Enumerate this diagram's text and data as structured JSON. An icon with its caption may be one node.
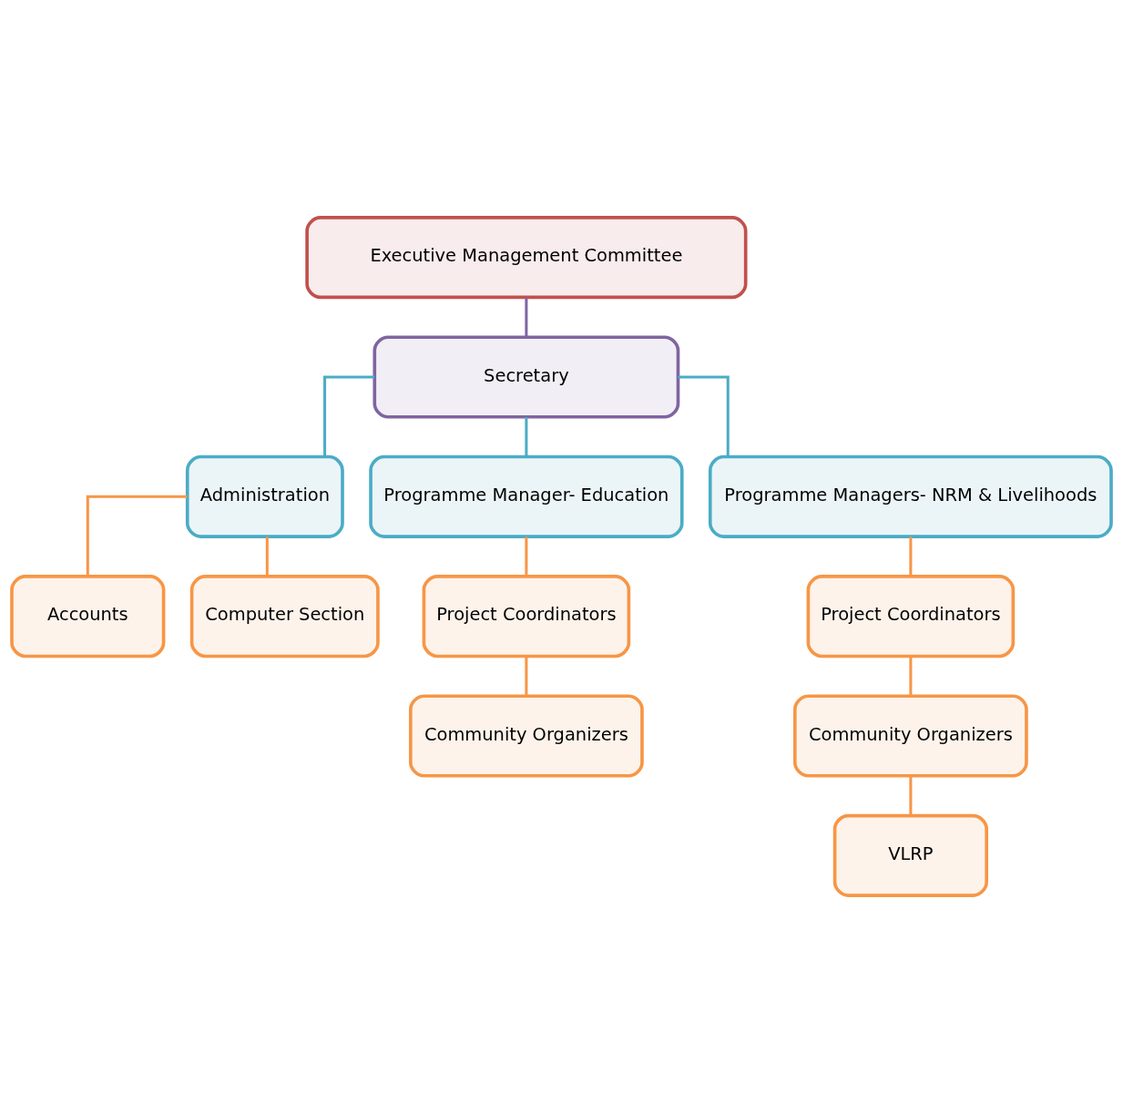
{
  "diagram": {
    "nodes": [
      {
        "text": [
          "Executive Management Committee"
        ]
      },
      {
        "text": [
          "Secretary"
        ]
      },
      {
        "text": [
          "Administration"
        ]
      },
      {
        "text": [
          "Programme Manager- Education"
        ]
      },
      {
        "text": [
          "Programme Managers- NRM & Livelihoods"
        ]
      },
      {
        "text": [
          "Accounts"
        ]
      },
      {
        "text": [
          "Computer Section"
        ]
      },
      {
        "text": [
          "Project Coordinators"
        ]
      },
      {
        "text": [
          "Community Organizers"
        ]
      },
      {
        "text": [
          "Project Coordinators"
        ]
      },
      {
        "text": [
          "Community Organizers"
        ]
      },
      {
        "text": [
          "VLRP"
        ]
      }
    ],
    "edges": [
      {
        "from": 0,
        "to": 1,
        "arrow": "none",
        "color": "#8064a2"
      },
      {
        "from": 1,
        "to": 2,
        "arrow": "none",
        "color": "#4bacc6"
      },
      {
        "from": 1,
        "to": 3,
        "arrow": "none",
        "color": "#4bacc6"
      },
      {
        "from": 1,
        "to": 4,
        "arrow": "none",
        "color": "#4bacc6"
      },
      {
        "from": 2,
        "to": 5,
        "arrow": "none"
      },
      {
        "from": 2,
        "to": 6,
        "arrow": "none"
      },
      {
        "from": 3,
        "to": 7,
        "arrow": "none"
      },
      {
        "from": 7,
        "to": 8,
        "arrow": "none"
      },
      {
        "from": 4,
        "to": 9,
        "arrow": "none"
      },
      {
        "from": 9,
        "to": 10,
        "arrow": "none"
      },
      {
        "from": 10,
        "to": 11,
        "arrow": "none"
      }
    ]
  }
}
